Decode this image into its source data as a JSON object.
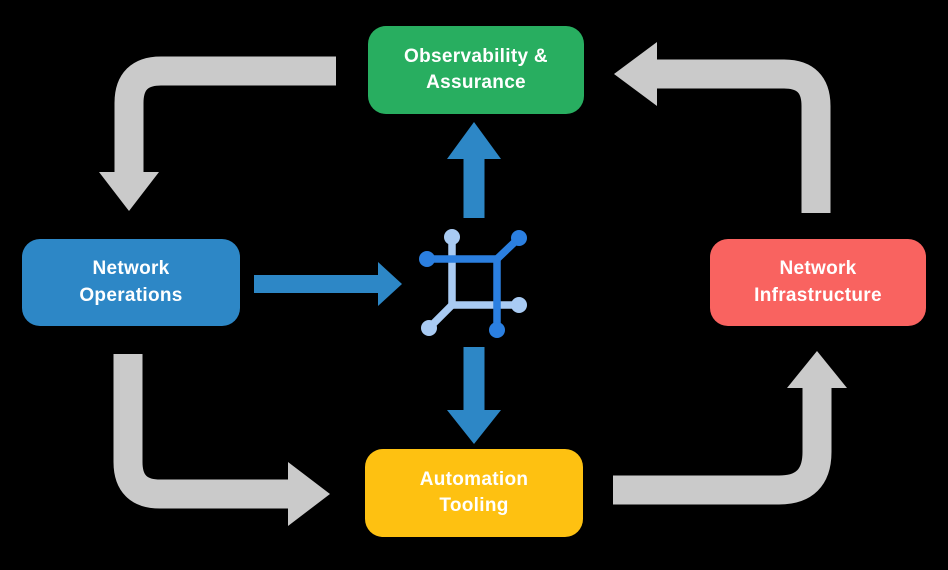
{
  "diagram": {
    "title": "Network automation cycle diagram",
    "nodes": [
      {
        "id": "observability-assurance",
        "lines": [
          "Observability &",
          "Assurance"
        ],
        "color": "#28AE60"
      },
      {
        "id": "network-operations",
        "lines": [
          "Network",
          "Operations"
        ],
        "color": "#2D87C6"
      },
      {
        "id": "network-infrastructure",
        "lines": [
          "Network",
          "Infrastructure"
        ],
        "color": "#F96360"
      },
      {
        "id": "automation-tooling",
        "lines": [
          "Automation",
          "Tooling"
        ],
        "color": "#FEC111"
      }
    ],
    "center_icon": "network-core-icon",
    "arrows": [
      {
        "from": "observability-assurance",
        "to": "network-operations",
        "style": "gray"
      },
      {
        "from": "network-operations",
        "to": "automation-tooling",
        "style": "gray"
      },
      {
        "from": "automation-tooling",
        "to": "network-infrastructure",
        "style": "gray"
      },
      {
        "from": "network-infrastructure",
        "to": "observability-assurance",
        "style": "gray"
      },
      {
        "from": "network-operations",
        "to": "network-core",
        "style": "blue"
      },
      {
        "from": "network-core",
        "to": "observability-assurance",
        "style": "blue"
      },
      {
        "from": "network-core",
        "to": "automation-tooling",
        "style": "blue"
      }
    ],
    "colors": {
      "background": "#000000",
      "arrow_gray": "#CACACA",
      "arrow_blue": "#2D87C6",
      "icon_blue_dark": "#2B7FE0",
      "icon_blue_light": "#A9CBF3",
      "text": "#FFFFFF"
    }
  }
}
